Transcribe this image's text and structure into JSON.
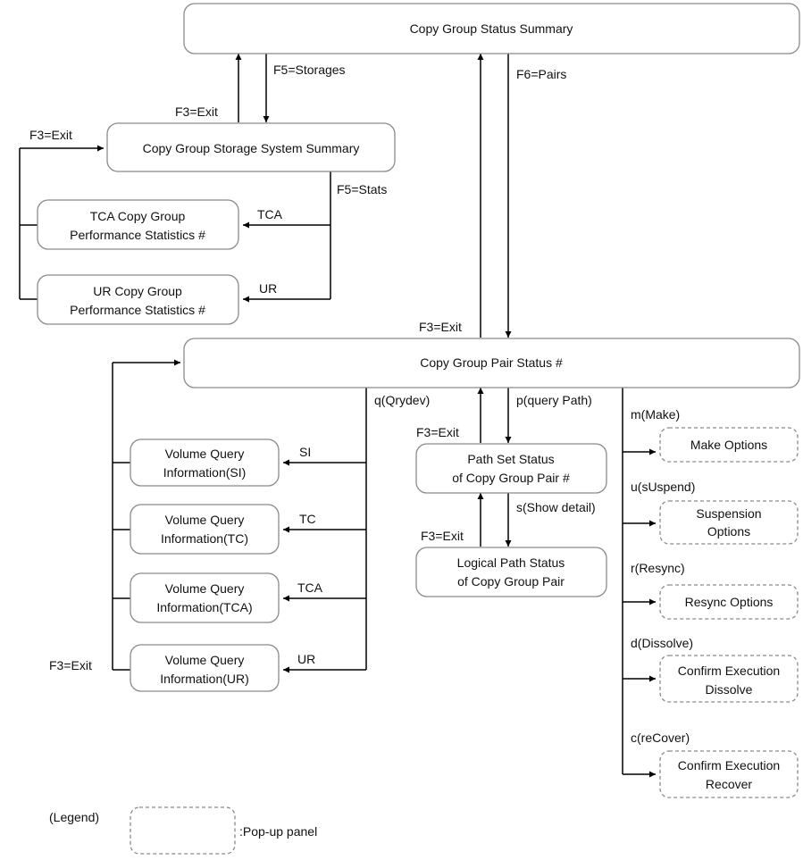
{
  "panels": {
    "status_summary": "Copy Group Status Summary",
    "storage_summary": "Copy Group Storage System Summary",
    "tca_stats": [
      "TCA Copy Group",
      "Performance Statistics #"
    ],
    "ur_stats": [
      "UR Copy Group",
      "Performance Statistics #"
    ],
    "pair_status": "Copy Group Pair Status #",
    "vq_si": [
      "Volume Query",
      "Information(SI)"
    ],
    "vq_tc": [
      "Volume Query",
      "Information(TC)"
    ],
    "vq_tca": [
      "Volume Query",
      "Information(TCA)"
    ],
    "vq_ur": [
      "Volume Query",
      "Information(UR)"
    ],
    "path_set": [
      "Path Set Status",
      "of Copy Group Pair #"
    ],
    "logical_path": [
      "Logical Path Status",
      "of Copy Group Pair"
    ]
  },
  "popups": {
    "make": [
      "Make Options"
    ],
    "suspend": [
      "Suspension",
      "Options"
    ],
    "resync": [
      "Resync Options"
    ],
    "dissolve": [
      "Confirm Execution",
      "Dissolve"
    ],
    "recover": [
      "Confirm Execution",
      "Recover"
    ]
  },
  "labels": {
    "f3_exit": "F3=Exit",
    "f5_storages": "F5=Storages",
    "f6_pairs": "F6=Pairs",
    "f5_stats": "F5=Stats",
    "tca": "TCA",
    "ur": "UR",
    "qrydev": "q(Qrydev)",
    "query_path": "p(query Path)",
    "show_detail": "s(Show detail)",
    "si": "SI",
    "tc": "TC",
    "make": "m(Make)",
    "suspend": "u(sUspend)",
    "resync": "r(Resync)",
    "dissolve": "d(Dissolve)",
    "recover": "c(reCover)"
  },
  "legend": {
    "title": "(Legend)",
    "desc": ":Pop-up panel"
  }
}
